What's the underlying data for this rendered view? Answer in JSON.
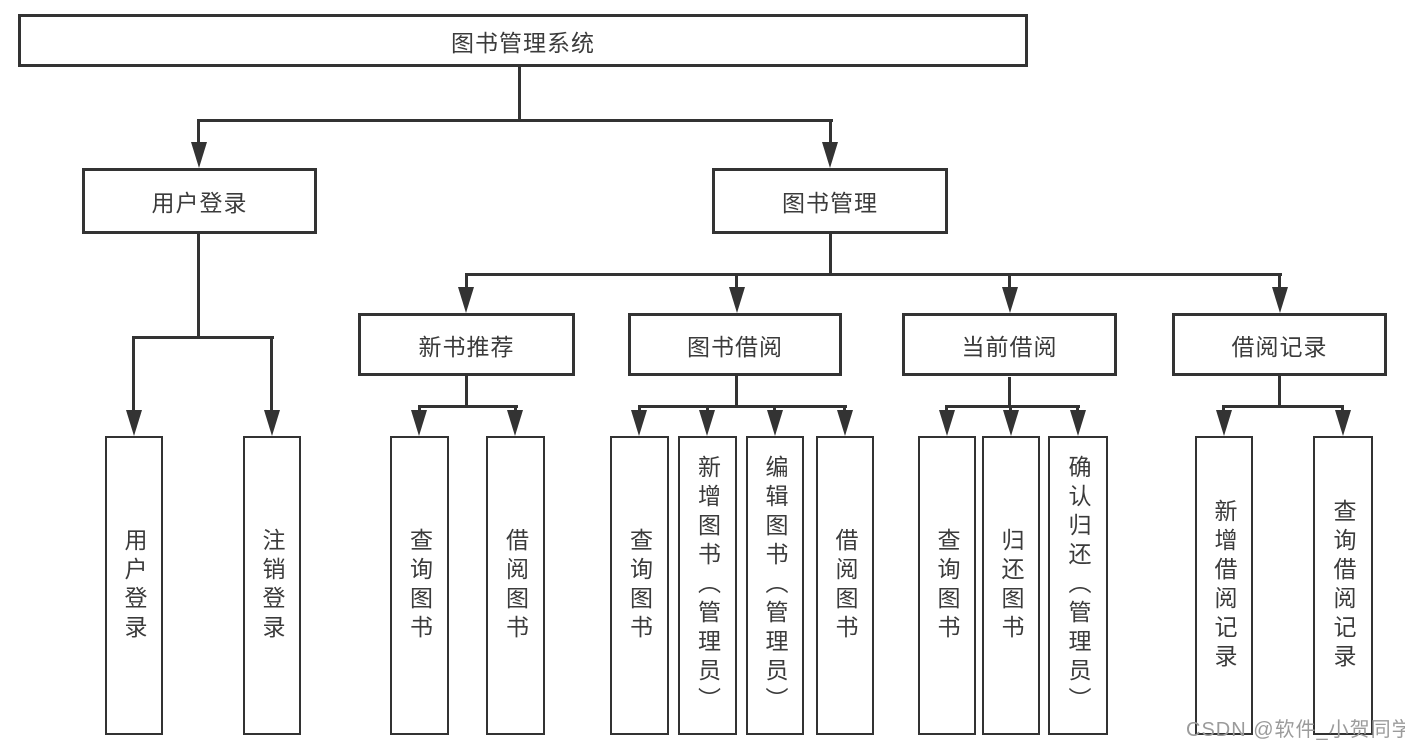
{
  "title": "图书管理系统",
  "watermark": "CSDN @软件_小贺同学",
  "colors": {
    "line": "#333333",
    "box_border": "#333333",
    "box_background": "#ffffff",
    "text": "#3b3b3b",
    "watermark": "#9b9b9b"
  },
  "nodes": {
    "root": {
      "label": "图书管理系统"
    },
    "user_login": {
      "label": "用户登录",
      "children": [
        {
          "label": "用户登录"
        },
        {
          "label": "注销登录"
        }
      ]
    },
    "book_management": {
      "label": "图书管理"
    },
    "new_book_recommendation": {
      "label": "新书推荐",
      "children": [
        {
          "label": "查询图书"
        },
        {
          "label": "借阅图书"
        }
      ]
    },
    "book_borrowing": {
      "label": "图书借阅",
      "children": [
        {
          "label": "查询图书"
        },
        {
          "label": "新增图书（管理员）"
        },
        {
          "label": "编辑图书（管理员）"
        },
        {
          "label": "借阅图书"
        }
      ]
    },
    "current_borrowing": {
      "label": "当前借阅",
      "children": [
        {
          "label": "查询图书"
        },
        {
          "label": "归还图书"
        },
        {
          "label": "确认归还（管理员）"
        }
      ]
    },
    "borrowing_records": {
      "label": "借阅记录",
      "children": [
        {
          "label": "新增借阅记录"
        },
        {
          "label": "查询借阅记录"
        }
      ]
    }
  }
}
